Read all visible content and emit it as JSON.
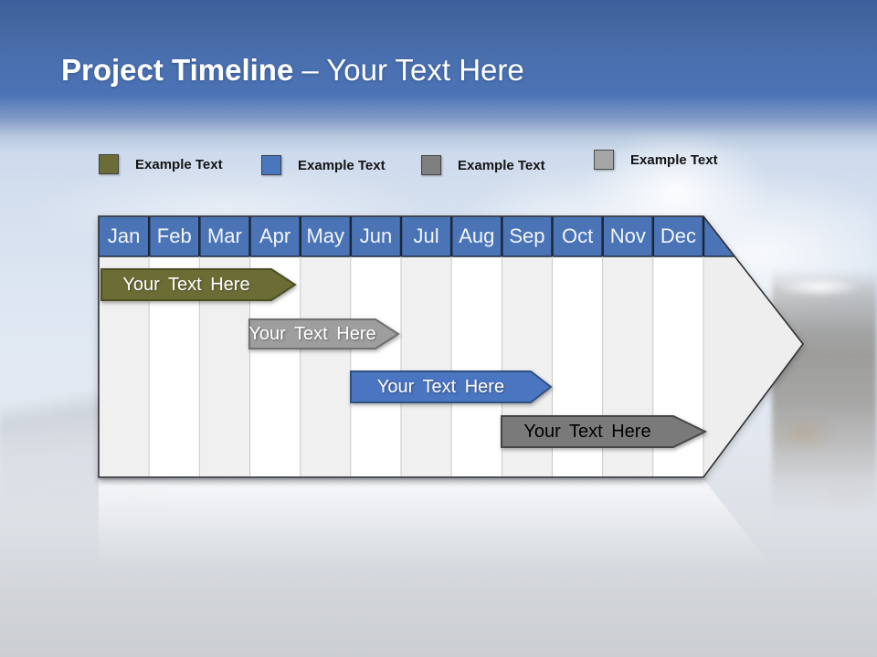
{
  "slide": {
    "title_bold": "Project Timeline",
    "title_rest": "– Your Text Here"
  },
  "legend": {
    "items": [
      {
        "label": "Example Text",
        "color": "#6c6c38"
      },
      {
        "label": "Example Text",
        "color": "#4a76bb"
      },
      {
        "label": "Example Text",
        "color": "#7f7f7f"
      },
      {
        "label": "Example Text",
        "color": "#a6a6a6"
      }
    ]
  },
  "timeline": {
    "months": [
      "Jan",
      "Feb",
      "Mar",
      "Apr",
      "May",
      "Jun",
      "Jul",
      "Aug",
      "Sep",
      "Oct",
      "Nov",
      "Dec"
    ],
    "header_color": "#4a74b6",
    "stripe_color": "#f0f0f0",
    "tip_color": "#eeeeee",
    "bars": [
      {
        "label": "Your Text Here",
        "fill": "#6c6d34",
        "stroke": "#4c4d24",
        "starts": "Jan",
        "ends": "Apr"
      },
      {
        "label": "Your Text Here",
        "fill": "#9e9e9e",
        "stroke": "#6f6f6f",
        "starts": "Apr",
        "ends": "Jun"
      },
      {
        "label": "Your Text Here",
        "fill": "#4a75c1",
        "stroke": "#2f5180",
        "starts": "Jun",
        "ends": "Sep"
      },
      {
        "label": "Your Text Here",
        "fill": "#7a7a7a",
        "stroke": "#474747",
        "starts": "Sep",
        "ends": "Dec"
      }
    ]
  }
}
